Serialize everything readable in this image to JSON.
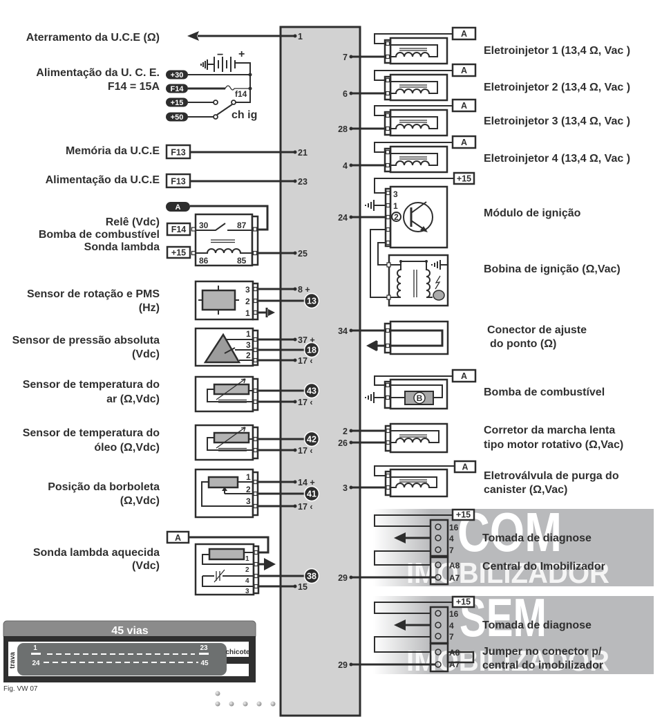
{
  "figure": {
    "caption": "Fig. VW 07"
  },
  "left": {
    "ground": {
      "label": "Aterramento da U.C.E (Ω)",
      "ecu_pin": "1"
    },
    "power_supply": {
      "label_line1": "Alimentação da U. C. E.",
      "label_line2": "F14 = 15A",
      "terminals": [
        "+30",
        "F14",
        "+15",
        "+50"
      ],
      "battery_minus": "−",
      "battery_plus": "+",
      "fuse": "f14",
      "ignition_switch": "ch ig"
    },
    "memory": {
      "label": "Memória da U.C.E",
      "fuse": "F13",
      "ecu_pin": "21"
    },
    "ecu_supply": {
      "label": "Alimentação da U.C.E",
      "fuse": "F13",
      "ecu_pin": "23"
    },
    "relay": {
      "label_lines": [
        "Relê (Vdc)",
        "Bomba de combustível",
        "Sonda lambda"
      ],
      "output_tag": "A",
      "inputs": [
        "F14",
        "+15"
      ],
      "terminals": [
        "30",
        "87",
        "86",
        "85"
      ],
      "ecu_pin": "25"
    },
    "rpm_sensor": {
      "label_lines": [
        "Sensor de rotação e PMS",
        "(Hz)"
      ],
      "connector_pins": [
        "3",
        "2",
        "1"
      ],
      "ecu_pin": "8 +",
      "shield": "13"
    },
    "map_sensor": {
      "label_lines": [
        "Sensor de pressão absoluta",
        "(Vdc)"
      ],
      "connector_pins": [
        "1",
        "3",
        "2"
      ],
      "ecu_pins": [
        "37 +",
        "17 ‹"
      ],
      "signal": "18"
    },
    "air_temp_sensor": {
      "label_lines": [
        "Sensor de temperatura do",
        "ar (Ω,Vdc)"
      ],
      "signal": "43",
      "ecu_pin": "17 ‹"
    },
    "oil_temp_sensor": {
      "label_lines": [
        "Sensor de temperatura do",
        "óleo (Ω,Vdc)"
      ],
      "signal": "42",
      "ecu_pin": "17 ‹"
    },
    "throttle_sensor": {
      "label_lines": [
        "Posição da borboleta",
        "(Ω,Vdc)"
      ],
      "connector_pins": [
        "1",
        "2",
        "3"
      ],
      "ecu_pins": [
        "14 +",
        "17 ‹"
      ],
      "signal": "41"
    },
    "heated_lambda": {
      "label_lines": [
        "Sonda lambda aquecida",
        "(Vdc)"
      ],
      "feed_tag": "A",
      "connector_pins": [
        "1",
        "2",
        "4",
        "3"
      ],
      "signal": "38",
      "ecu_pin": "15"
    }
  },
  "right": {
    "injectors": [
      {
        "label": "Eletroinjetor 1 (13,4 Ω, Vac )",
        "tag": "A",
        "ecu_pin": "7"
      },
      {
        "label": "Eletroinjetor 2 (13,4 Ω, Vac )",
        "tag": "A",
        "ecu_pin": "6"
      },
      {
        "label": "Eletroinjetor 3 (13,4 Ω, Vac )",
        "tag": "A",
        "ecu_pin": "28"
      },
      {
        "label": "Eletroinjetor 4 (13,4 Ω, Vac )",
        "tag": "A",
        "ecu_pin": "4"
      }
    ],
    "ignition_module": {
      "label": "Módulo de ignição",
      "feed": "+15",
      "connector_pins": [
        "3",
        "1",
        "2"
      ],
      "ecu_pin": "24"
    },
    "ignition_coil": {
      "label": "Bobina de ignição (Ω,Vac)"
    },
    "timing_connector": {
      "label_lines": [
        "Conector de ajuste",
        "do ponto (Ω)"
      ],
      "ecu_pin": "34"
    },
    "fuel_pump": {
      "label": "Bomba de combustível",
      "tag": "A",
      "symbol": "B"
    },
    "idle_actuator": {
      "label_lines": [
        "Corretor da marcha lenta",
        "tipo motor rotativo (Ω,Vac)"
      ],
      "ecu_pins": [
        "2",
        "26"
      ]
    },
    "canister_valve": {
      "label_lines": [
        "Eletroválvula de purga do",
        "canister (Ω,Vac)"
      ],
      "tag": "A",
      "ecu_pin": "3"
    },
    "with_immobilizer": {
      "banner": "COM",
      "banner_sub": "IMOBILIZADOR",
      "feed": "+15",
      "diag_label": "Tomada de diagnose",
      "diag_pins": [
        "16",
        "4",
        "7"
      ],
      "immo_label": "Central do Imobilizador",
      "immo_pins": [
        "A8",
        "A7"
      ],
      "ecu_pin": "29"
    },
    "without_immobilizer": {
      "banner": "SEM",
      "banner_sub": "IMOBILIZADOR",
      "feed": "+15",
      "diag_label": "Tomada de diagnose",
      "diag_pins": [
        "16",
        "4",
        "7"
      ],
      "jumper_label_lines": [
        "Jumper no conector p/",
        "central do imobilizador"
      ],
      "immo_pins": [
        "A8",
        "A7"
      ],
      "ecu_pin": "29"
    }
  },
  "connector": {
    "title": "45 vias",
    "lock": "trava",
    "harness": "chicote",
    "row1_first": "1",
    "row1_last": "23",
    "row2_first": "24",
    "row2_last": "45"
  },
  "colors": {
    "wire": "#2d2d2d",
    "ecu_fill": "#d2d2d2",
    "panel": "#b9babc",
    "text": "#2f2f2f",
    "component_fill": "#b3b3b3"
  }
}
